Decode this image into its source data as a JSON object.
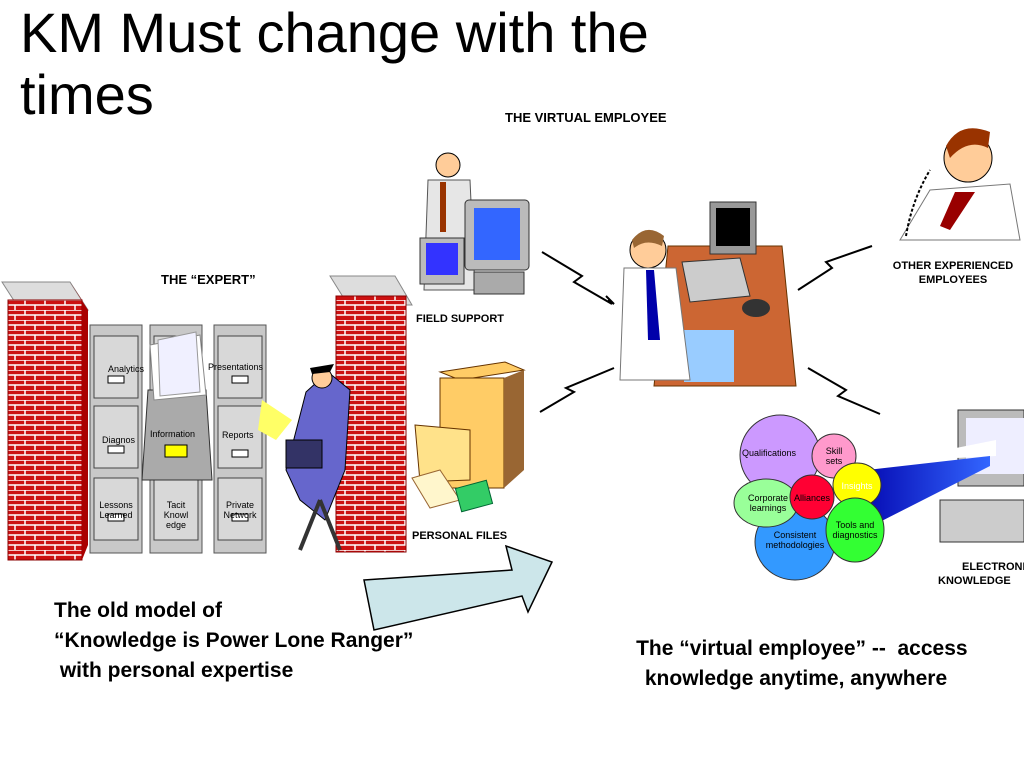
{
  "slide": {
    "title": "KM Must change with the times",
    "virtual_employee_heading": "THE VIRTUAL EMPLOYEE",
    "expert_heading": "THE “EXPERT”",
    "field_support": "FIELD SUPPORT",
    "personal_files": "PERSONAL FILES",
    "other_experienced_1": "OTHER EXPERIENCED",
    "other_experienced_2": "EMPLOYEES",
    "electronic_1": "ELECTRONIC",
    "electronic_2": "KNOWLEDGE"
  },
  "cabinet_drawers": {
    "analytics": "Analytics",
    "presentations": "Presentations",
    "diagnos": "Diagnos",
    "information": "Information",
    "reports": "Reports",
    "lessons_1": "Lessons",
    "lessons_2": "Learned",
    "tacit_1": "Tacit",
    "tacit_2": "Knowl",
    "tacit_3": "edge",
    "private_1": "Private",
    "private_2": "Network"
  },
  "knowledge_bubbles": {
    "qualifications": "Qualifications",
    "skill_1": "Skill",
    "skill_2": "sets",
    "insights": "Insights",
    "corporate_1": "Corporate",
    "corporate_2": "learnings",
    "alliances": "Alliances",
    "tools_1": "Tools and",
    "tools_2": "diagnostics",
    "consistent_1": "Consistent",
    "consistent_2": "methodologies",
    "colors": {
      "qualifications": "#cc99ff",
      "skill": "#ff99cc",
      "insights": "#ffff00",
      "corporate": "#99ff99",
      "alliances": "#ff0033",
      "tools": "#33ff33",
      "consistent": "#3399ff"
    }
  },
  "captions": {
    "old_1": "The old model of",
    "old_2": "“Knowledge is Power Lone Ranger”",
    "old_3": " with personal expertise",
    "new_1": "The “virtual employee” --  access",
    "new_2": "knowledge anytime, anywhere"
  }
}
